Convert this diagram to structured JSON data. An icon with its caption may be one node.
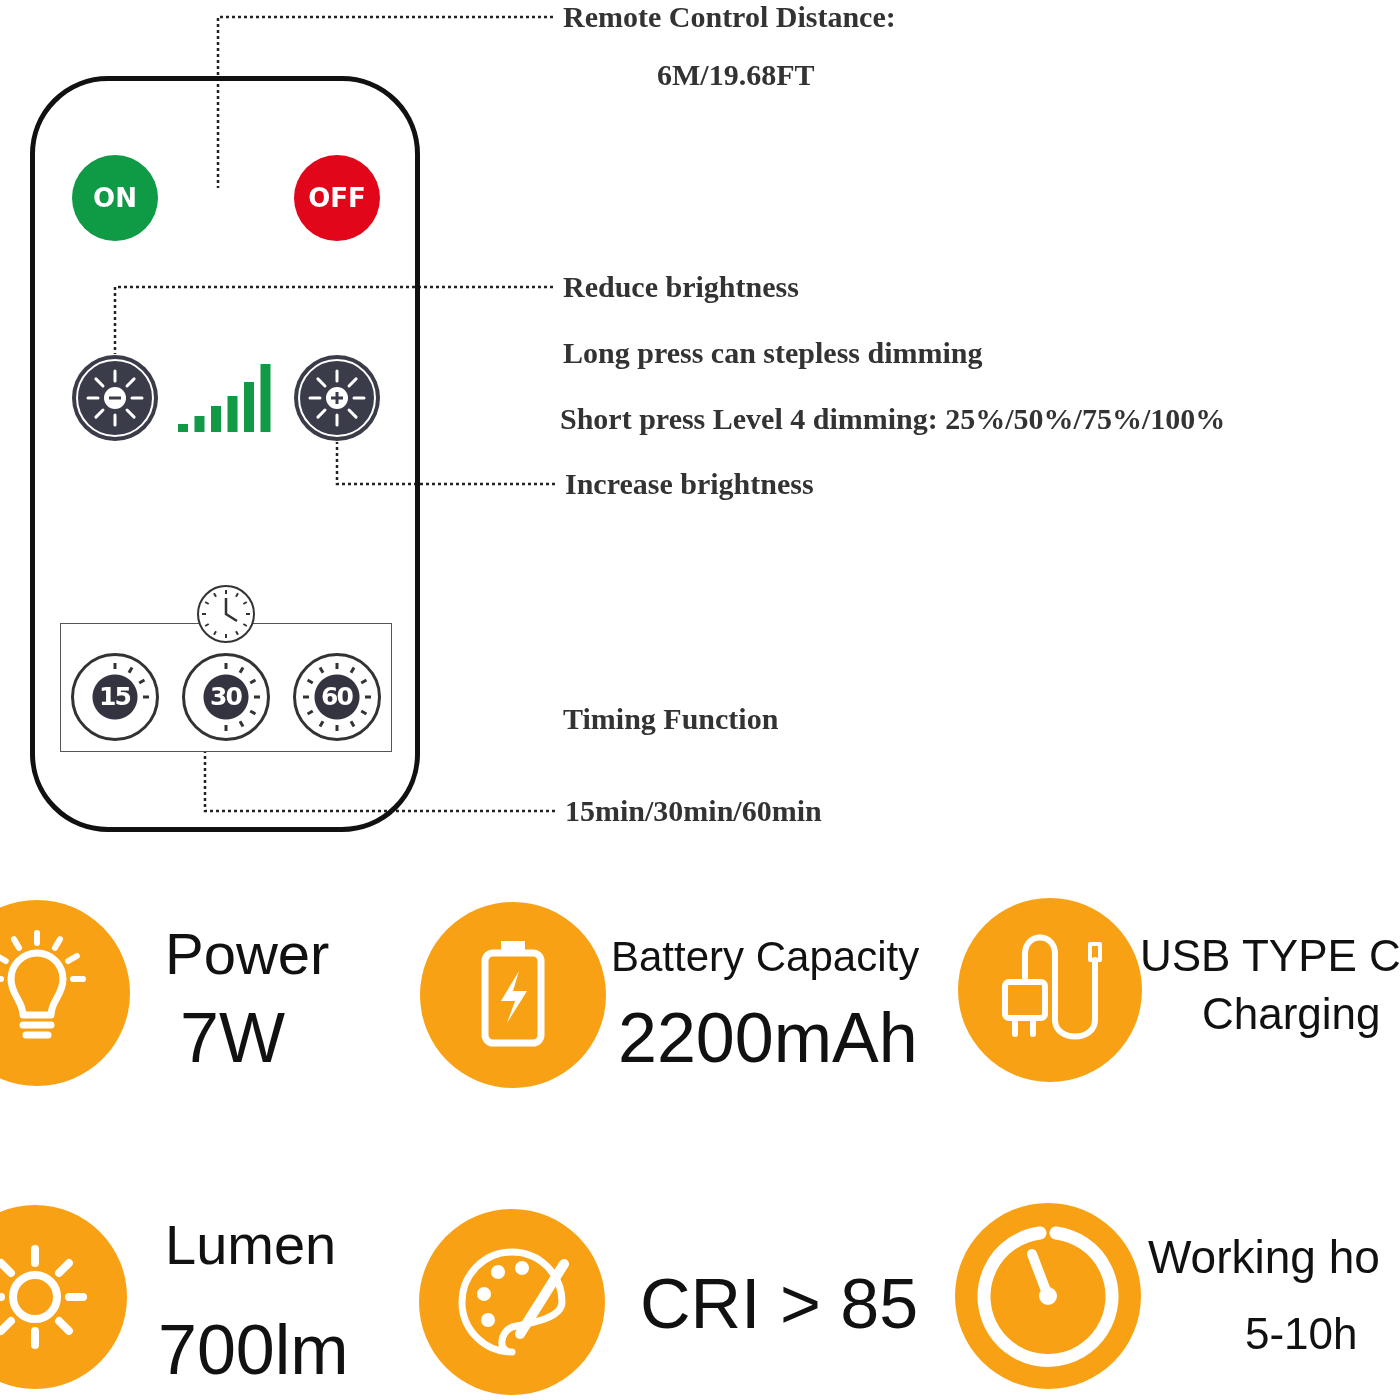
{
  "diagram": {
    "nodes": [
      {
        "text": [],
        "shape": "box"
      },
      {
        "text": [
          "ON"
        ],
        "in": 0
      },
      {
        "text": [
          "OFF"
        ],
        "in": 0
      },
      {
        "text": [],
        "shape": "circle",
        "in": 0
      },
      {
        "text": [],
        "shape": "circle",
        "in": 0
      },
      {
        "text": [],
        "shape": "box",
        "in": 0
      },
      {
        "text": [
          "15"
        ],
        "in": 5
      },
      {
        "text": [
          "30"
        ],
        "in": 5
      },
      {
        "text": [
          "60"
        ],
        "in": 5
      },
      {
        "text": [
          "Remote Control Distance:",
          "6M/19.68FT"
        ]
      },
      {
        "text": [
          "Reduce brightness"
        ]
      },
      {
        "text": [
          "Increase brightness"
        ]
      },
      {
        "text": [
          "Timing Function",
          "15min/30min/60min"
        ]
      }
    ],
    "edges": [
      {
        "from": 9,
        "to": 0,
        "arrow": "none"
      },
      {
        "from": 10,
        "to": 3,
        "arrow": "none"
      },
      {
        "from": 11,
        "to": 4,
        "arrow": "none"
      },
      {
        "from": 12,
        "to": 5,
        "arrow": "none"
      }
    ],
    "labels": [
      "Long press can stepless dimming",
      "Short press Level 4 dimming: 25%/50%/75%/100%",
      "Power",
      "7W",
      "Battery Capacity",
      "2200mAh",
      "USB TYPE C",
      "Charging",
      "Lumen",
      "700lm",
      "CRI > 85",
      "Working ho",
      "5-10h"
    ]
  }
}
